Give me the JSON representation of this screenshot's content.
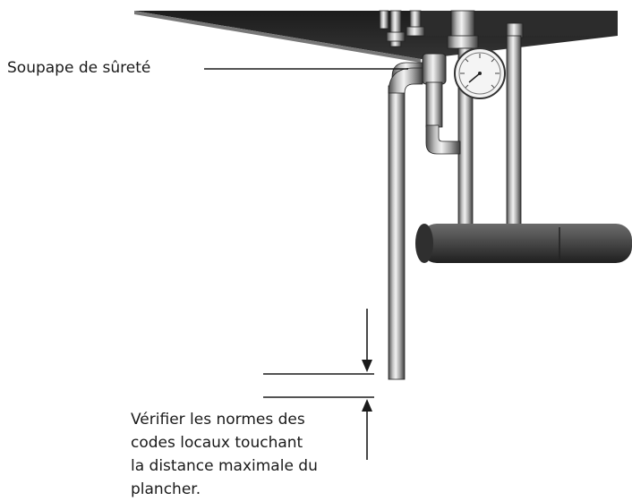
{
  "labels": {
    "relief_valve": "Soupape de sûreté",
    "note_lines": [
      "Vérifier les normes des",
      "codes locaux touchant",
      "la distance maximale du",
      "plancher."
    ]
  },
  "colors": {
    "background": "#ffffff",
    "heater_body": "#2a2a2a",
    "pipe_light": "#d8d8d8",
    "pipe_dark": "#555555",
    "outlet_pipe": "#4a4a4a",
    "text": "#1a1a1a"
  },
  "icons": {
    "gauge": "temperature-pressure-gauge-icon"
  }
}
